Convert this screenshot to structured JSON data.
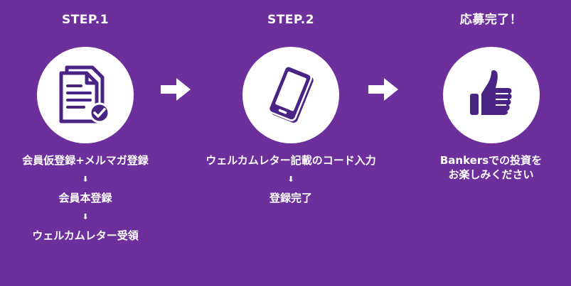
{
  "steps": [
    {
      "title": "STEP.1",
      "icon": "document-check-icon",
      "lines": [
        "会員仮登録+メルマガ登録",
        "会員本登録",
        "ウェルカムレター受領"
      ],
      "arrow_glyph": "⬇"
    },
    {
      "title": "STEP.2",
      "icon": "smartphone-icon",
      "lines": [
        "ウェルカムレター記載のコード入力",
        "登録完了"
      ],
      "arrow_glyph": "⬇"
    },
    {
      "title": "応募完了！",
      "icon": "thumbs-up-icon",
      "lines": [
        "Bankersでの投資を",
        "お楽しみください"
      ]
    }
  ],
  "colors": {
    "background": "#6c2f9c",
    "icon": "#4a2485",
    "text": "#ffffff"
  }
}
